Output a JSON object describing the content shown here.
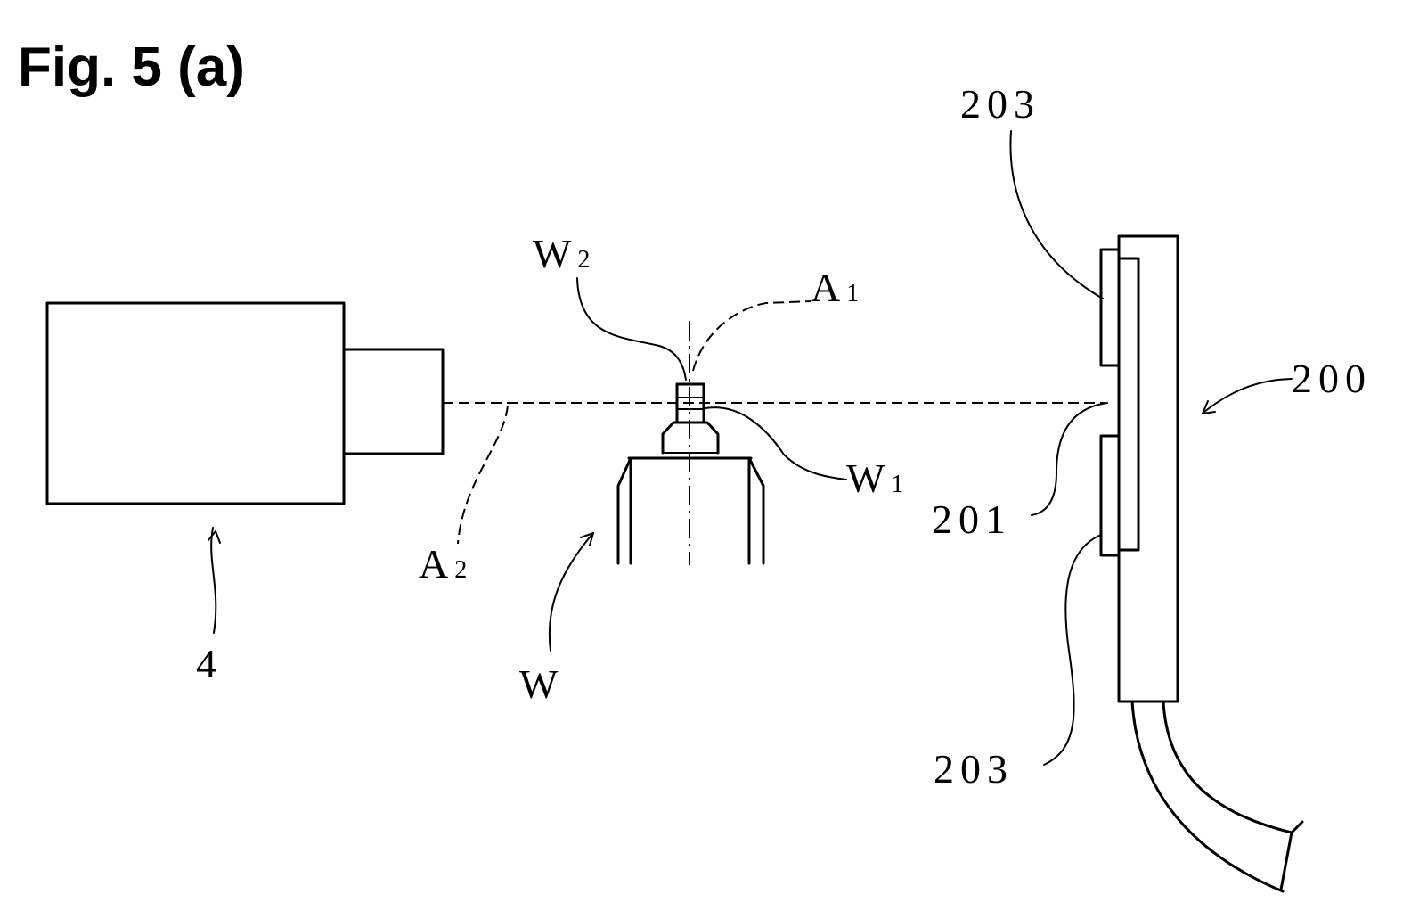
{
  "figure": {
    "title": "Fig. 5 (a)"
  },
  "labels": {
    "camera": "4",
    "workpiece": "W",
    "w1_main": "W",
    "w1_sub": "1",
    "w2_main": "W",
    "w2_sub": "2",
    "a1_main": "A",
    "a1_sub": "1",
    "a2_main": "A",
    "a2_sub": "2",
    "lighting_unit": "200",
    "light_window": "201",
    "light_panel_top": "203",
    "light_panel_bottom": "203"
  }
}
